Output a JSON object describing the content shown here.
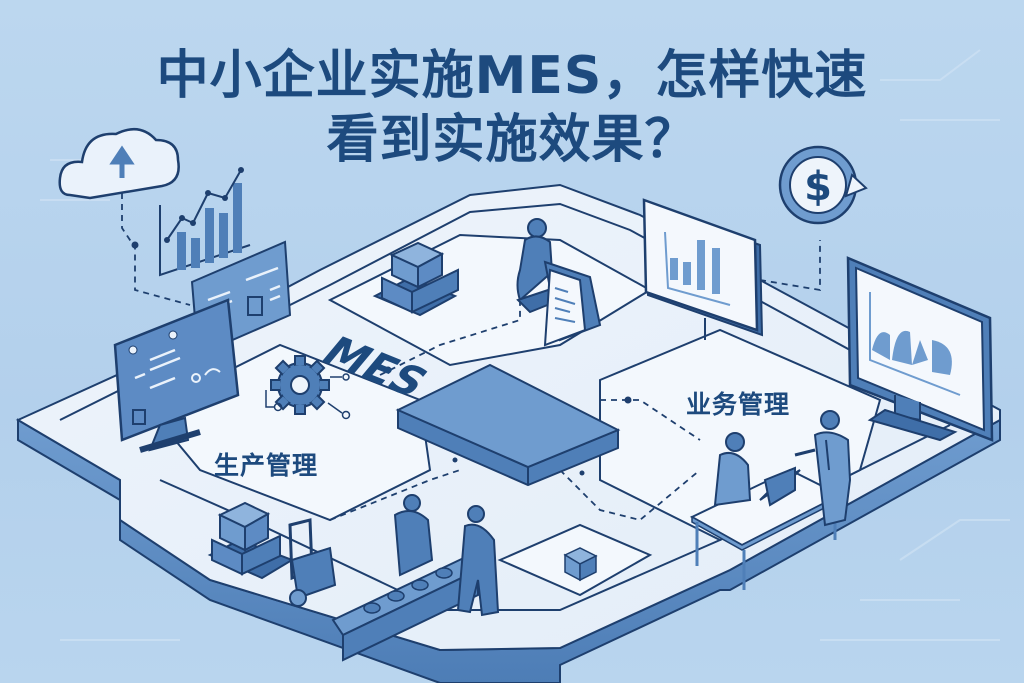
{
  "title": {
    "line1": "中小企业实施MES，怎样快速",
    "line2": "看到实施效果？"
  },
  "hub": {
    "label": "MES"
  },
  "zones": {
    "production": {
      "label": "生产管理"
    },
    "business": {
      "label": "业务管理"
    }
  },
  "icons": [
    "cloud-upload-icon",
    "bar-line-chart-icon",
    "dashboard-monitor-icon",
    "gear-network-icon",
    "dollar-cycle-icon",
    "bar-chart-panel-icon",
    "analytics-monitor-icon",
    "box-stack-icon",
    "forklift-icon",
    "conveyor-belt-icon",
    "office-desk-icon",
    "laptop-icon"
  ],
  "colors": {
    "background": "#b7d4ee",
    "primary_dark": "#1d4a7e",
    "primary": "#4f7fb8",
    "light_fill": "#eef4fb",
    "outline": "#1e3f6e"
  }
}
